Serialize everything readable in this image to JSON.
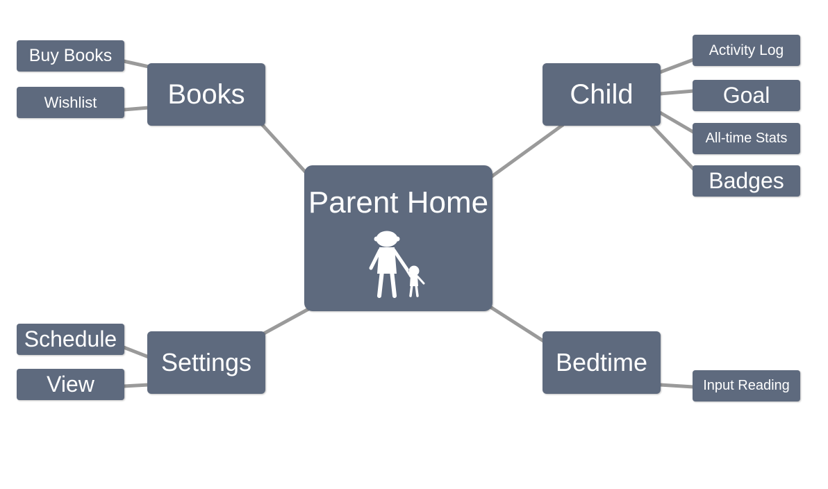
{
  "center": {
    "label": "Parent Home",
    "icon": "parent-child-icon"
  },
  "branches": {
    "books": {
      "label": "Books",
      "children": {
        "buy_books": "Buy Books",
        "wishlist": "Wishlist"
      }
    },
    "child": {
      "label": "Child",
      "children": {
        "activity_log": "Activity Log",
        "goal": "Goal",
        "all_time_stats": "All-time Stats",
        "badges": "Badges"
      }
    },
    "settings": {
      "label": "Settings",
      "children": {
        "schedule": "Schedule",
        "view": "View"
      }
    },
    "bedtime": {
      "label": "Bedtime",
      "children": {
        "input_reading": "Input Reading"
      }
    }
  },
  "colors": {
    "node_fill": "#5e6a7e",
    "node_text": "#ffffff",
    "connector": "#9a9a9a",
    "background": "#ffffff"
  }
}
